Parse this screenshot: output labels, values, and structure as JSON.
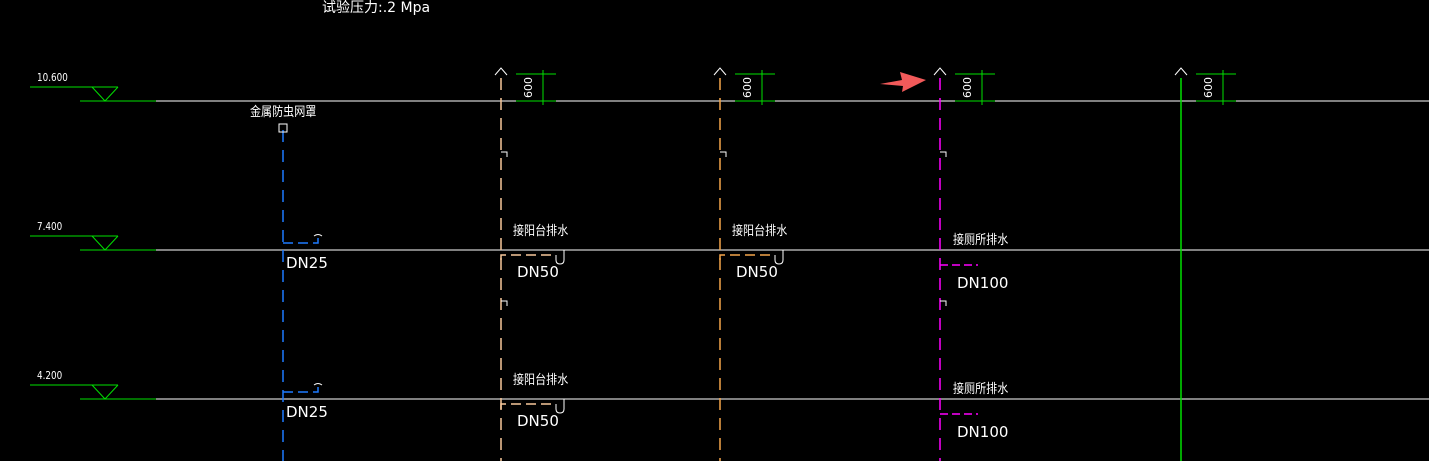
{
  "header_note": "试验压力:.2 Mpa",
  "levels": [
    {
      "label": "10.600"
    },
    {
      "label": "7.400"
    },
    {
      "label": "4.200"
    }
  ],
  "vent_dimension": "600",
  "screen_label": "金属防虫网罩",
  "pipes": [
    {
      "color": "#1e7bff",
      "style": "dashed",
      "annotations": [
        null,
        {
          "size": "DN25"
        },
        {
          "size": "DN25"
        }
      ]
    },
    {
      "color": "#f7c79a",
      "style": "dashed",
      "annotations": [
        null,
        {
          "text": "接阳台排水",
          "size": "DN50"
        },
        {
          "text": "接阳台排水",
          "size": "DN50"
        }
      ]
    },
    {
      "color": "#f5a54a",
      "style": "dashed",
      "annotations": [
        null,
        {
          "text": "接阳台排水",
          "size": "DN50"
        },
        null
      ]
    },
    {
      "color": "#ff00ff",
      "style": "dashed",
      "annotations": [
        null,
        {
          "text": "接厕所排水",
          "size": "DN100"
        },
        {
          "text": "接厕所排水",
          "size": "DN100"
        }
      ]
    },
    {
      "color": "#00e000",
      "style": "solid",
      "annotations": [
        null,
        null,
        null
      ]
    }
  ],
  "colors": {
    "floor_line": "#ffffff",
    "level_mark": "#00e000",
    "pointer_arrow": "#f25a5a"
  }
}
